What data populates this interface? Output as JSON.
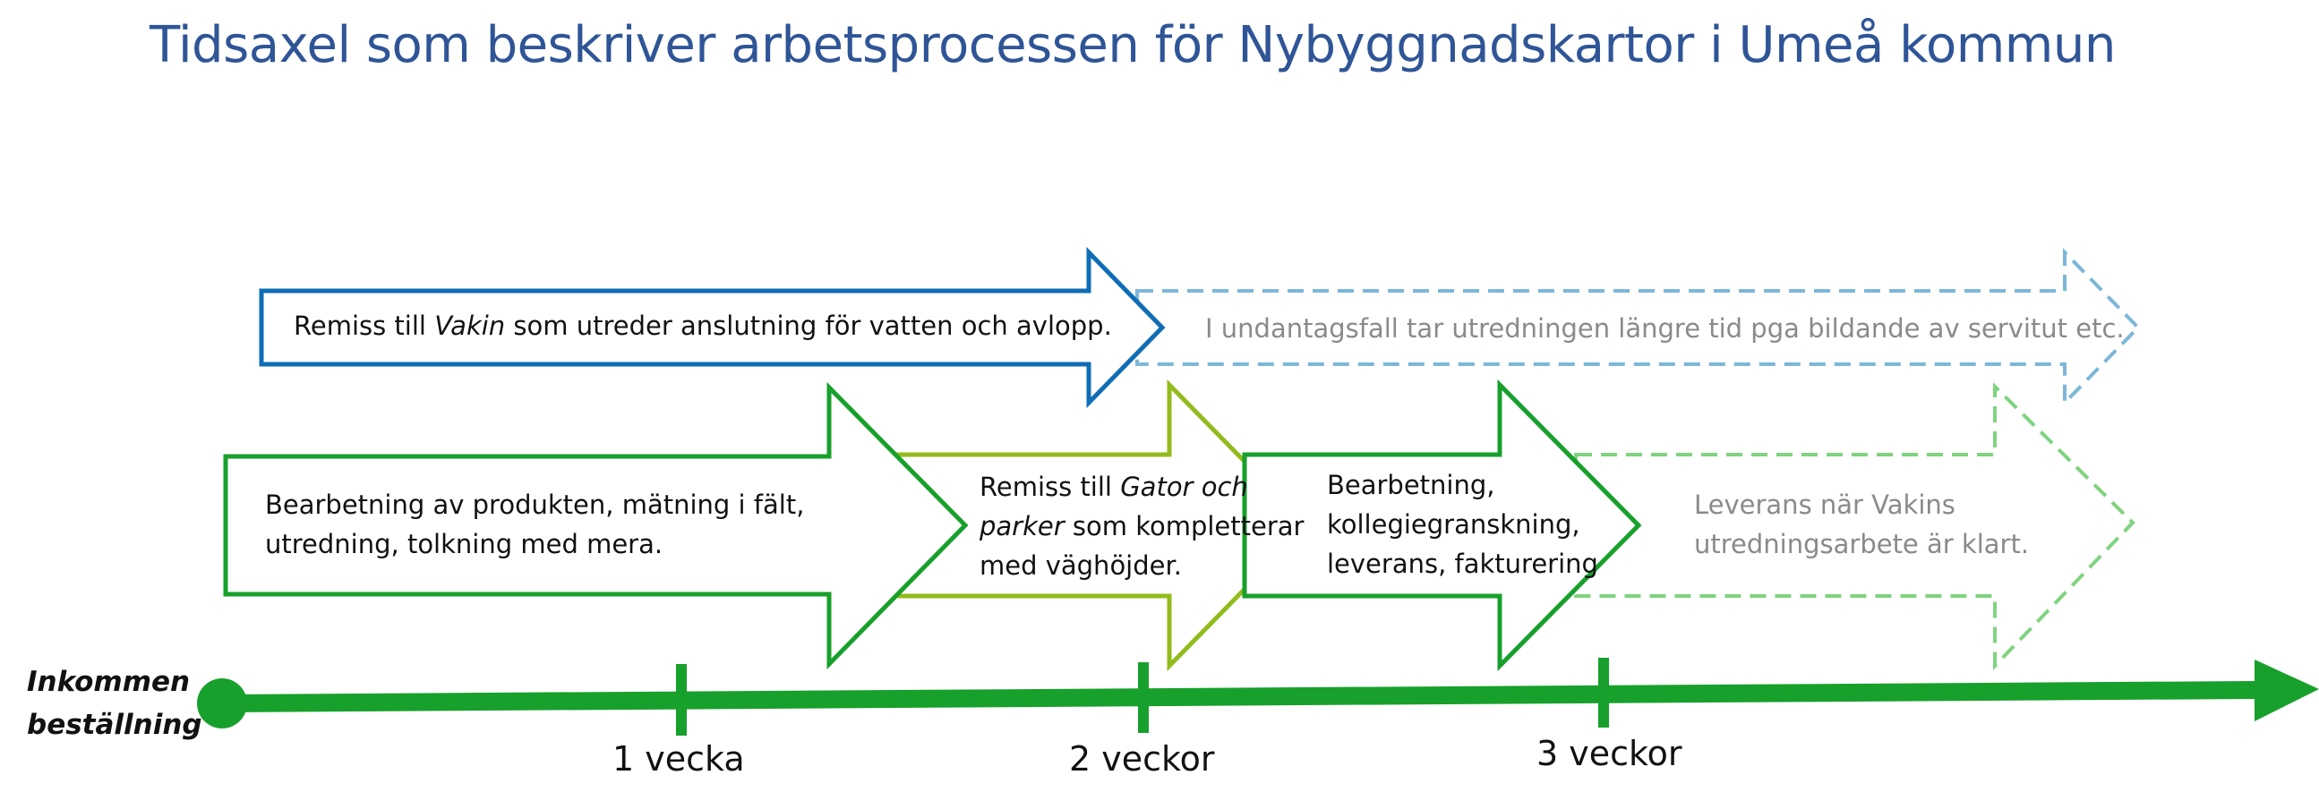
{
  "title": "Tidsaxel som beskriver arbetsprocessen för Nybyggnadskartor i Umeå kommun",
  "colors": {
    "title": "#2f5597",
    "blue_arrow": "#0f6db5",
    "blue_dashed": "#7cb7d8",
    "green_arrow": "#17a02b",
    "light_green_arrow": "#93bb1d",
    "green_dashed": "#7fd37f",
    "timeline": "#17a02b",
    "muted_text": "#8a8a8a"
  },
  "arrows": {
    "vakin_remiss": {
      "prefix": "Remiss till ",
      "emphasis": "Vakin",
      "suffix": " som utreder anslutning för vatten och avlopp."
    },
    "vakin_extension": {
      "text": "I undantagsfall tar utredningen längre tid pga bildande av servitut etc."
    },
    "processing": {
      "line1": "Bearbetning av produkten, mätning i fält,",
      "line2": "utredning, tolkning med mera."
    },
    "gator_parker": {
      "prefix": "Remiss till ",
      "emphasis_line1": "Gator och",
      "emphasis_line2": "parker",
      "suffix_line2": " som kompletterar",
      "line3": "med väghöjder."
    },
    "final_processing": {
      "line1": "Bearbetning,",
      "line2": "kollegiegranskning,",
      "line3": "leverans, fakturering"
    },
    "delivery_extension": {
      "line1": "Leverans när Vakins",
      "line2": "utredningsarbete är klart."
    }
  },
  "timeline": {
    "start_label_line1": "Inkommen",
    "start_label_line2": "beställning",
    "ticks": [
      "1 vecka",
      "2 veckor",
      "3 veckor"
    ]
  }
}
